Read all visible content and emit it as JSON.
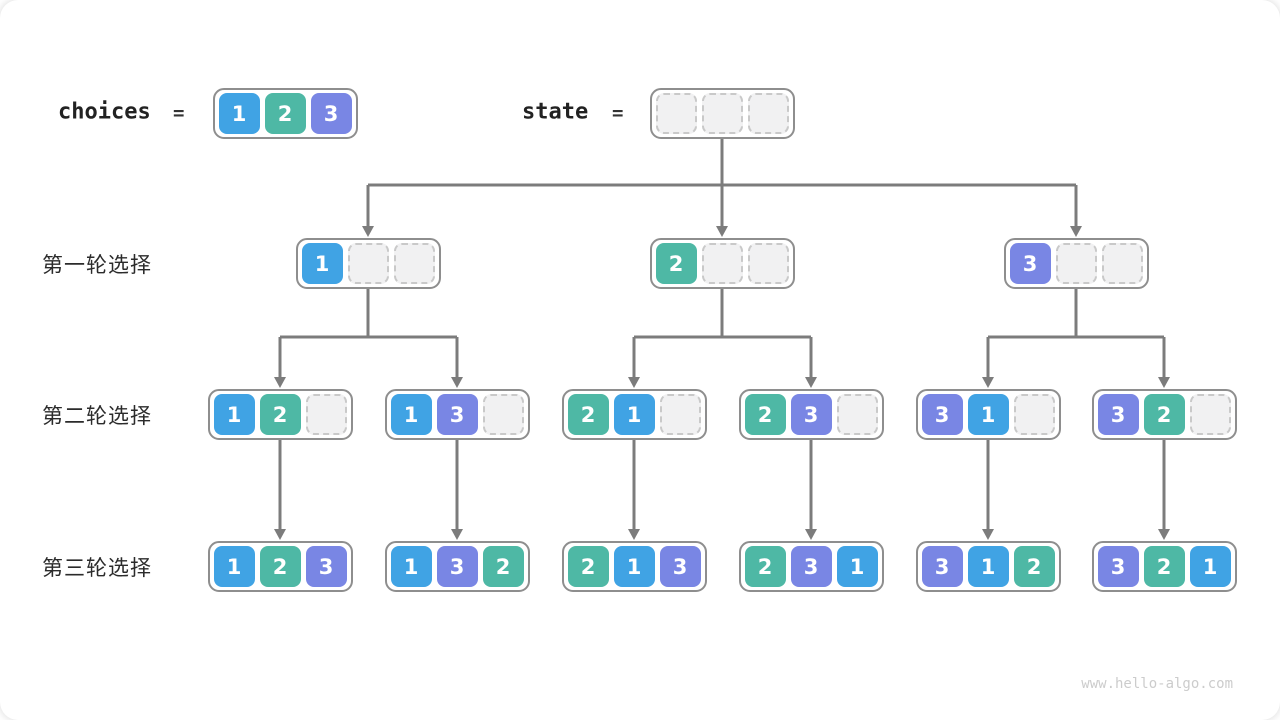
{
  "page": {
    "watermark": "www.hello-algo.com"
  },
  "colors": {
    "1": "#40a3e4",
    "2": "#4eb8a5",
    "3": "#7986e4",
    "empty_fill": "#f1f1f2",
    "empty_border": "#c9c9c9",
    "node_border": "#8e8e8e",
    "arrow": "#7c7c7c"
  },
  "header": {
    "choices_label": "choices",
    "choices_equals": "=",
    "choices_cells": [
      1,
      2,
      3
    ],
    "state_label": "state",
    "state_equals": "=",
    "state_cells": [
      null,
      null,
      null
    ]
  },
  "rows": [
    {
      "label": "第一轮选择",
      "nodes": [
        [
          1,
          null,
          null
        ],
        [
          2,
          null,
          null
        ],
        [
          3,
          null,
          null
        ]
      ]
    },
    {
      "label": "第二轮选择",
      "nodes": [
        [
          1,
          2,
          null
        ],
        [
          1,
          3,
          null
        ],
        [
          2,
          1,
          null
        ],
        [
          2,
          3,
          null
        ],
        [
          3,
          1,
          null
        ],
        [
          3,
          2,
          null
        ]
      ]
    },
    {
      "label": "第三轮选择",
      "nodes": [
        [
          1,
          2,
          3
        ],
        [
          1,
          3,
          2
        ],
        [
          2,
          1,
          3
        ],
        [
          2,
          3,
          1
        ],
        [
          3,
          1,
          2
        ],
        [
          3,
          2,
          1
        ]
      ]
    }
  ]
}
